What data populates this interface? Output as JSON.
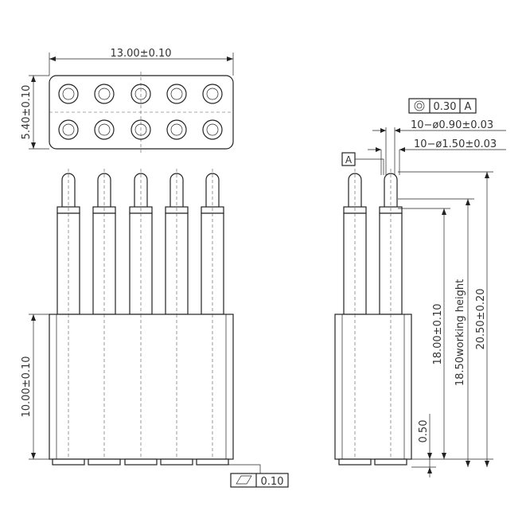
{
  "dimensions": {
    "width_top": "13.00±0.10",
    "height_top": "5.40±0.10",
    "body_height": "10.00±0.10",
    "flatness_value": "0.10",
    "concentricity_value": "0.30",
    "datum_ref": "A",
    "datum_label": "A",
    "hole_small": "10−ø0.90±0.03",
    "hole_large": "10−ø1.50±0.03",
    "overall_height": "20.50±0.20",
    "working_height": "18.50working  height",
    "height_18": "18.00±0.10",
    "small_offset": "0.50"
  }
}
